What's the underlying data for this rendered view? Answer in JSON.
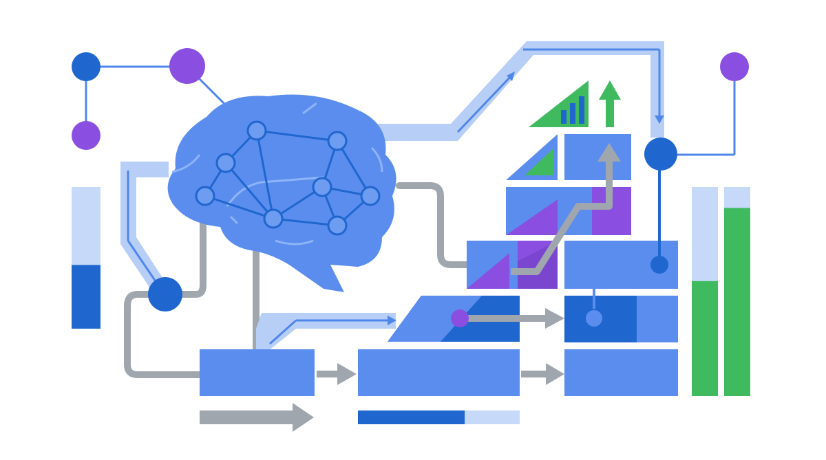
{
  "illustration": {
    "colors": {
      "background": "#ffffff",
      "brain": "#5b8def",
      "brain_detail": "#8fb4f7",
      "block": "#5b8def",
      "block_dark": "#1f66cf",
      "block_light": "#c7d9f8",
      "connector": "#a0a6ad",
      "node_dark": "#1f66cf",
      "node_purple": "#8a4fe0",
      "accent_purple": "#8a4fe0",
      "accent_green": "#3fba5f",
      "flow_band": "#b7cef7"
    },
    "icons": [
      "brain-icon",
      "neural-network-icon",
      "bar-chart-icon",
      "up-arrow-icon",
      "right-arrow-icon",
      "network-node-icon"
    ],
    "levels": {
      "left_bar_fill_fraction": 0.45,
      "bottom_progress_fraction": 0.66,
      "right_bar_1_fill_fraction": 0.55,
      "right_bar_2_fill_fraction": 0.9
    }
  }
}
